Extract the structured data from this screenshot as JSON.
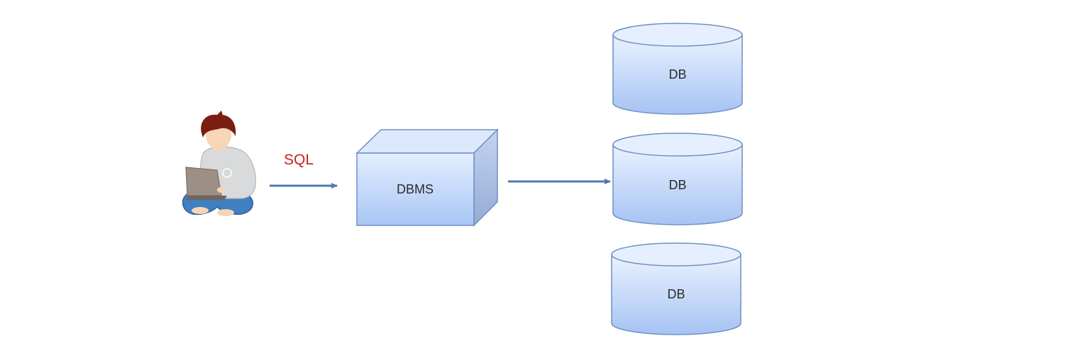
{
  "labels": {
    "sql": "SQL",
    "dbms": "DBMS",
    "db_top": "DB",
    "db_middle": "DB",
    "db_bottom": "DB"
  },
  "colors": {
    "fill_light": "#e4eeff",
    "fill_dark": "#a9c6f5",
    "side_face": "#a3b9de",
    "top_face": "#dce8fc",
    "stroke": "#6f8fc4",
    "arrow": "#4e79b6",
    "sql_text": "#c8201f",
    "label_text": "#2b2b2b",
    "hair": "#7a1d12",
    "sweater": "#d9dadb",
    "jeans": "#3f7fc2",
    "laptop": "#9c8f86",
    "skin": "#f6d5b8"
  },
  "icons": {
    "user": "person-with-laptop-icon"
  }
}
